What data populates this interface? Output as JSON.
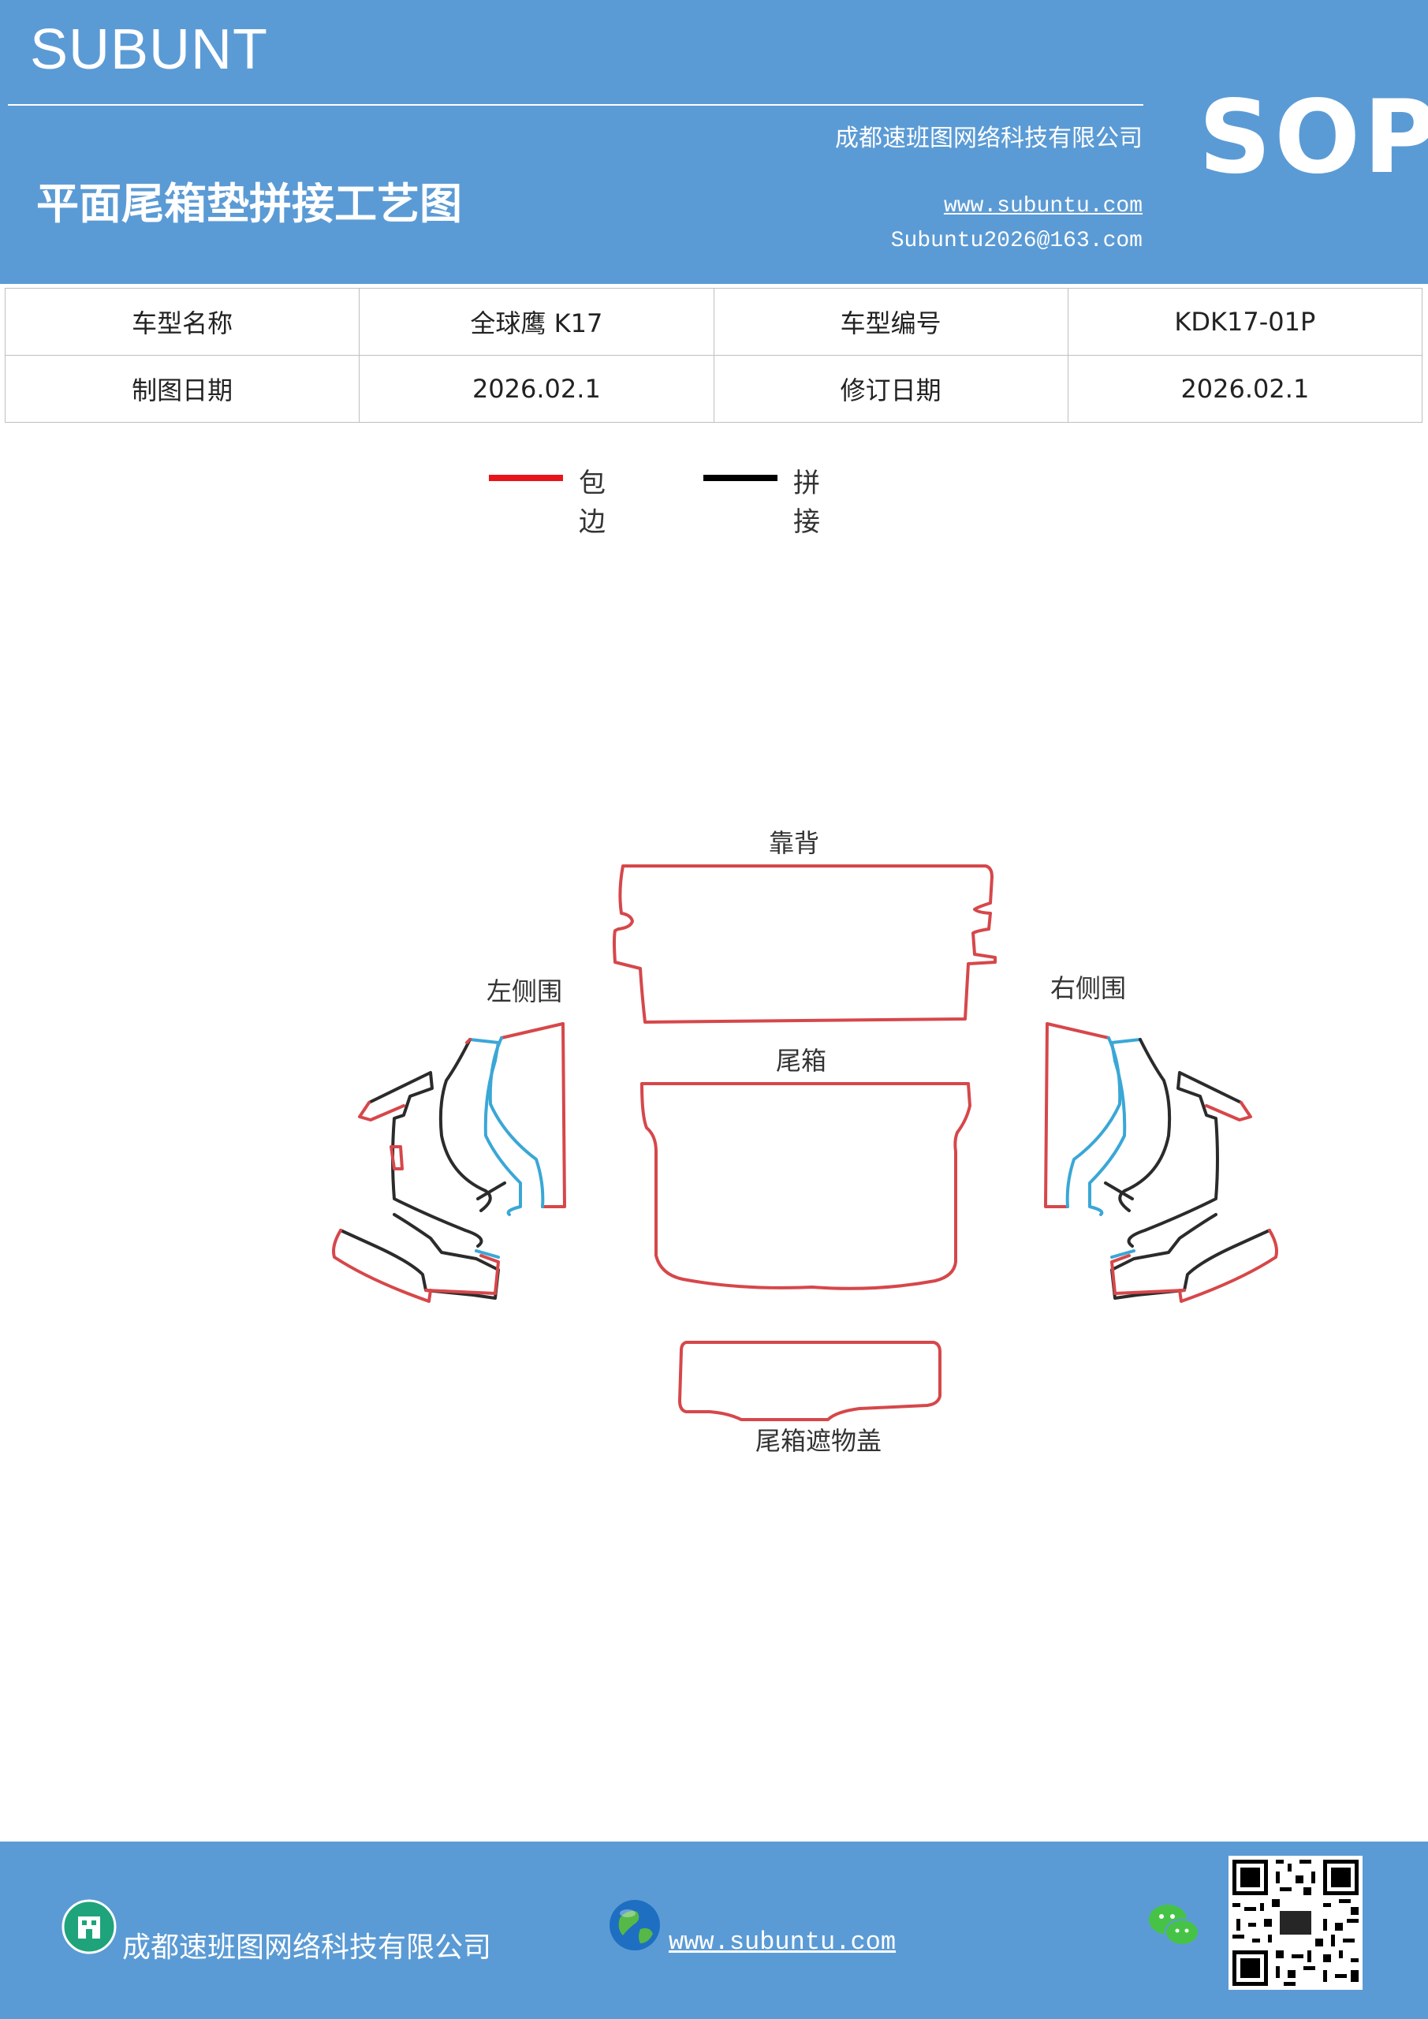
{
  "header": {
    "brand": "SUBUNT",
    "company": "成都速班图网络科技有限公司",
    "badge": "SOP",
    "title": "平面尾箱垫拼接工艺图",
    "website": "www.subuntu.com",
    "email": "Subuntu2026@163.com"
  },
  "info_table": {
    "rows": [
      [
        "车型名称",
        "全球鹰 K17",
        "车型编号",
        "KDK17-01P"
      ],
      [
        "制图日期",
        "2026.02.1",
        "修订日期",
        "2026.02.1"
      ]
    ]
  },
  "legend": {
    "items": [
      {
        "label": "包边",
        "color": "#e8141c"
      },
      {
        "label": "拼接",
        "color": "#000000"
      }
    ]
  },
  "diagram": {
    "labels": {
      "backrest": "靠背",
      "left_side": "左侧围",
      "right_side": "右侧围",
      "trunk": "尾箱",
      "cover": "尾箱遮物盖"
    },
    "colors": {
      "edge": "#d6474a",
      "splice": "#2b2b2b",
      "blue": "#3aa7d6"
    }
  },
  "footer": {
    "company": "成都速班图网络科技有限公司",
    "website": "www.subuntu.com",
    "icons": [
      "building-icon",
      "globe-icon",
      "wechat-icon",
      "qr-code"
    ]
  }
}
